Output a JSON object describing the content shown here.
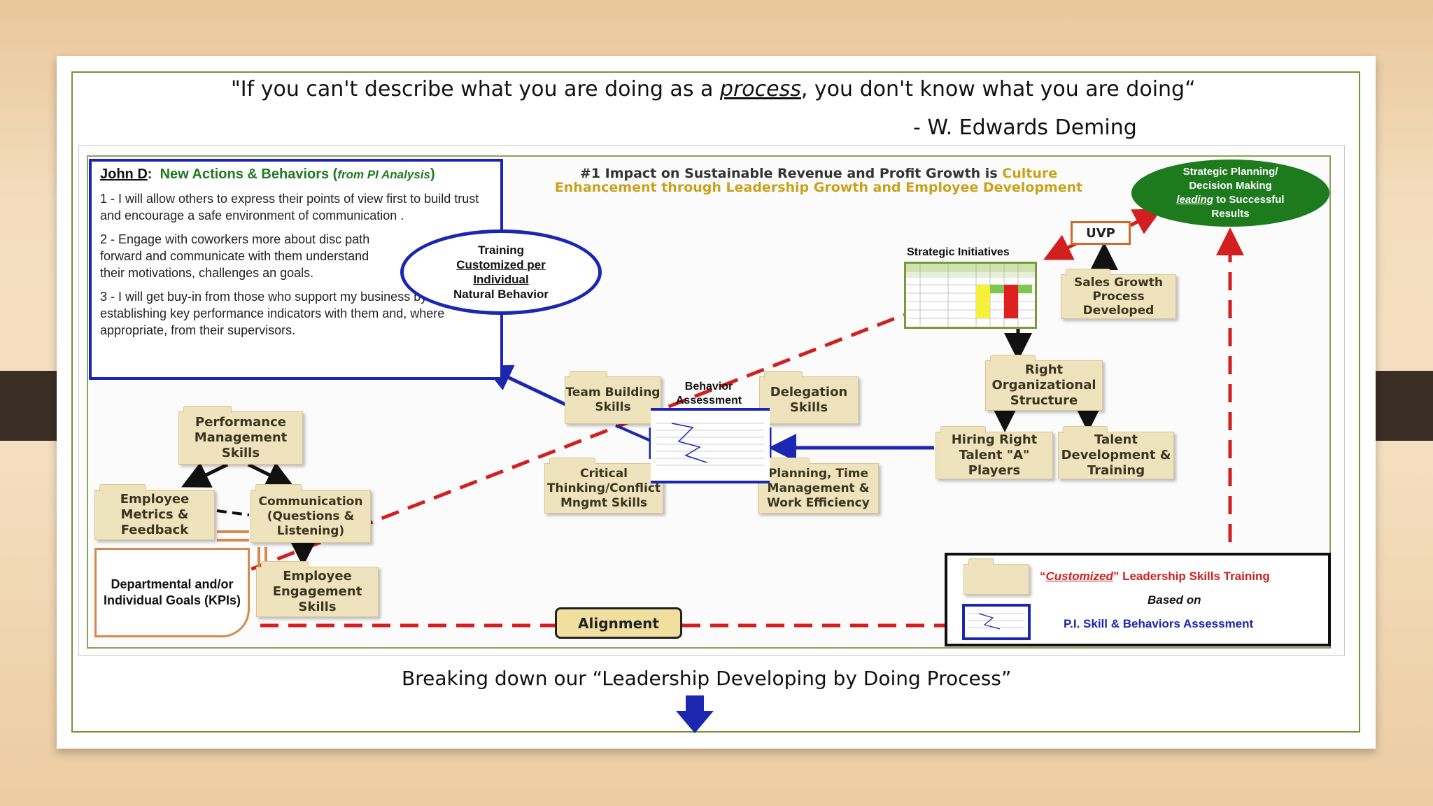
{
  "quote": {
    "before": "\"If you can't describe what you are doing as a ",
    "emph": "process",
    "after": ", you don't know what you are doing“",
    "author": "- W. Edwards Deming"
  },
  "john": {
    "name": "John D",
    "colon": ":",
    "heading": "New Actions & Behaviors (",
    "source": "from PI Analysis",
    "close": ")",
    "items": [
      "1 - I will allow others to express their points of view first to build trust and encourage a safe environment of communication .",
      "2 - Engage with coworkers more about disc path forward and communicate with them understand their motivations, challenges an goals.",
      "3 - I will get buy-in from those who support my business by establishing key performance indicators with them and, where appropriate, from their supervisors."
    ]
  },
  "training_oval": {
    "l1": "Training",
    "l2": "Customized per",
    "l3": "Individual",
    "l4": "Natural Behavior"
  },
  "impact": {
    "part1": "#1 Impact on Sustainable Revenue and Profit Growth is ",
    "part2": "Culture",
    "part3": "Enhancement through Leadership Growth and Employee Development"
  },
  "strategic_oval": {
    "l1": "Strategic Planning/",
    "l2": "Decision Making",
    "l3a": "leading",
    "l3b": " to Successful",
    "l4": "Results"
  },
  "uvp": "UVP",
  "strategic_initiatives": "Strategic Initiatives",
  "folders": {
    "sales_growth": "Sales Growth Process Developed",
    "right_org": "Right Organizational Structure",
    "hiring": "Hiring Right Talent \"A\" Players",
    "talent": "Talent Development & Training",
    "team_building": "Team Building Skills",
    "delegation": "Delegation Skills",
    "critical": "Critical Thinking/Conflict Mngmt Skills",
    "planning": "Planning, Time Management & Work Efficiency",
    "performance": "Performance Management Skills",
    "employee_metrics": "Employee Metrics & Feedback",
    "communication": "Communication (Questions & Listening)",
    "engagement": "Employee Engagement Skills"
  },
  "behavior_assessment": "Behavior Assessment",
  "kpi": "Departmental and/or Individual Goals (KPIs)",
  "alignment": "Alignment",
  "legend": {
    "q_open": "“",
    "customized": "Customized",
    "q_close": "” Leadership Skills Training",
    "based_on": "Based on",
    "pi": "P.I. Skill & Behaviors Assessment"
  },
  "breaking": "Breaking down our “Leadership Developing by Doing Process”",
  "colors": {
    "blue": "#1b27b0",
    "red": "#d21f1f",
    "green": "#1d7a1d",
    "gold": "#c9a21a",
    "folder": "#efe3bd"
  }
}
